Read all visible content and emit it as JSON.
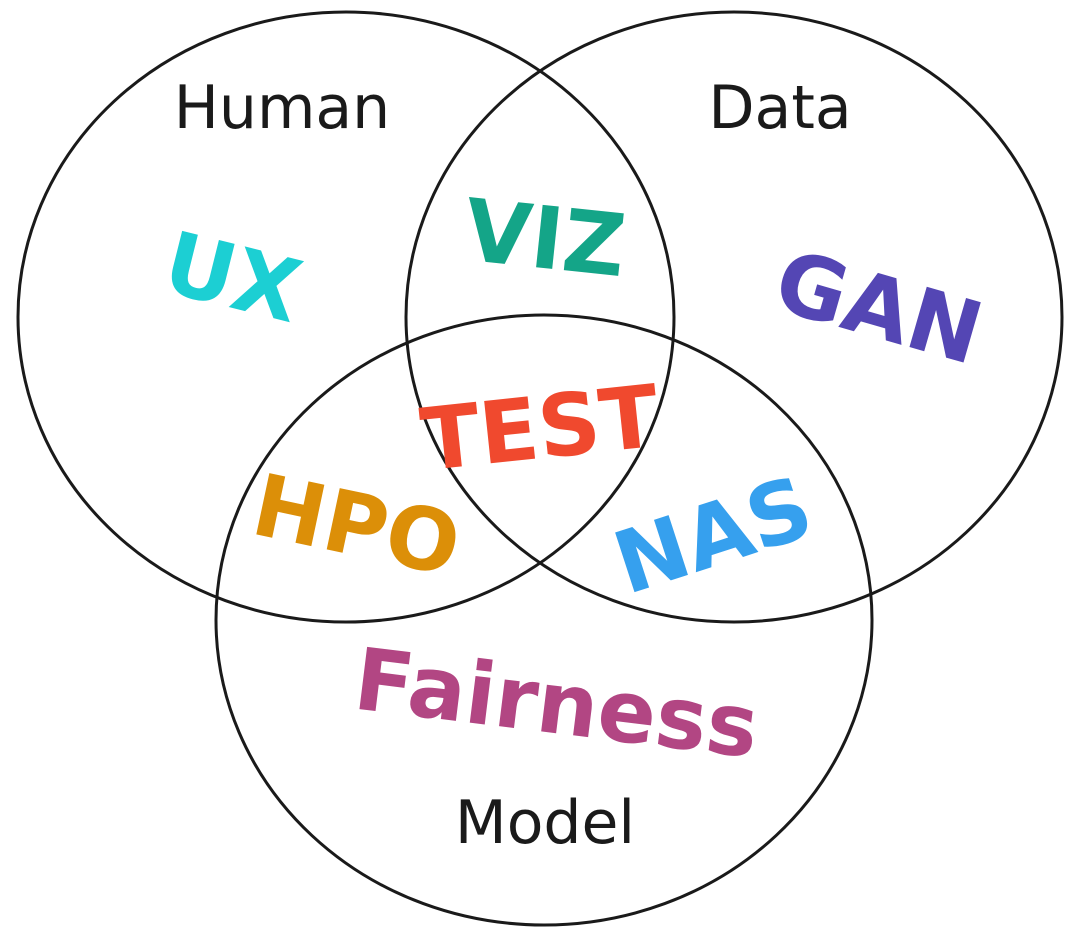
{
  "diagram": {
    "sets": [
      {
        "id": "human",
        "label": "Human"
      },
      {
        "id": "data",
        "label": "Data"
      },
      {
        "id": "model",
        "label": "Model"
      }
    ],
    "regions": [
      {
        "id": "ux",
        "label": "UX",
        "sets": [
          "human"
        ],
        "color": "#1ccfd3"
      },
      {
        "id": "gan",
        "label": "GAN",
        "sets": [
          "data"
        ],
        "color": "#5446b4"
      },
      {
        "id": "fairness",
        "label": "Fairness",
        "sets": [
          "model"
        ],
        "color": "#b24683"
      },
      {
        "id": "viz",
        "label": "VIZ",
        "sets": [
          "human",
          "data"
        ],
        "color": "#14a588"
      },
      {
        "id": "hpo",
        "label": "HPO",
        "sets": [
          "human",
          "model"
        ],
        "color": "#dc8f08"
      },
      {
        "id": "nas",
        "label": "NAS",
        "sets": [
          "data",
          "model"
        ],
        "color": "#36a0ee"
      },
      {
        "id": "test",
        "label": "TEST",
        "sets": [
          "human",
          "data",
          "model"
        ],
        "color": "#f0492e"
      }
    ],
    "outline_color": "#1a1a1a"
  }
}
